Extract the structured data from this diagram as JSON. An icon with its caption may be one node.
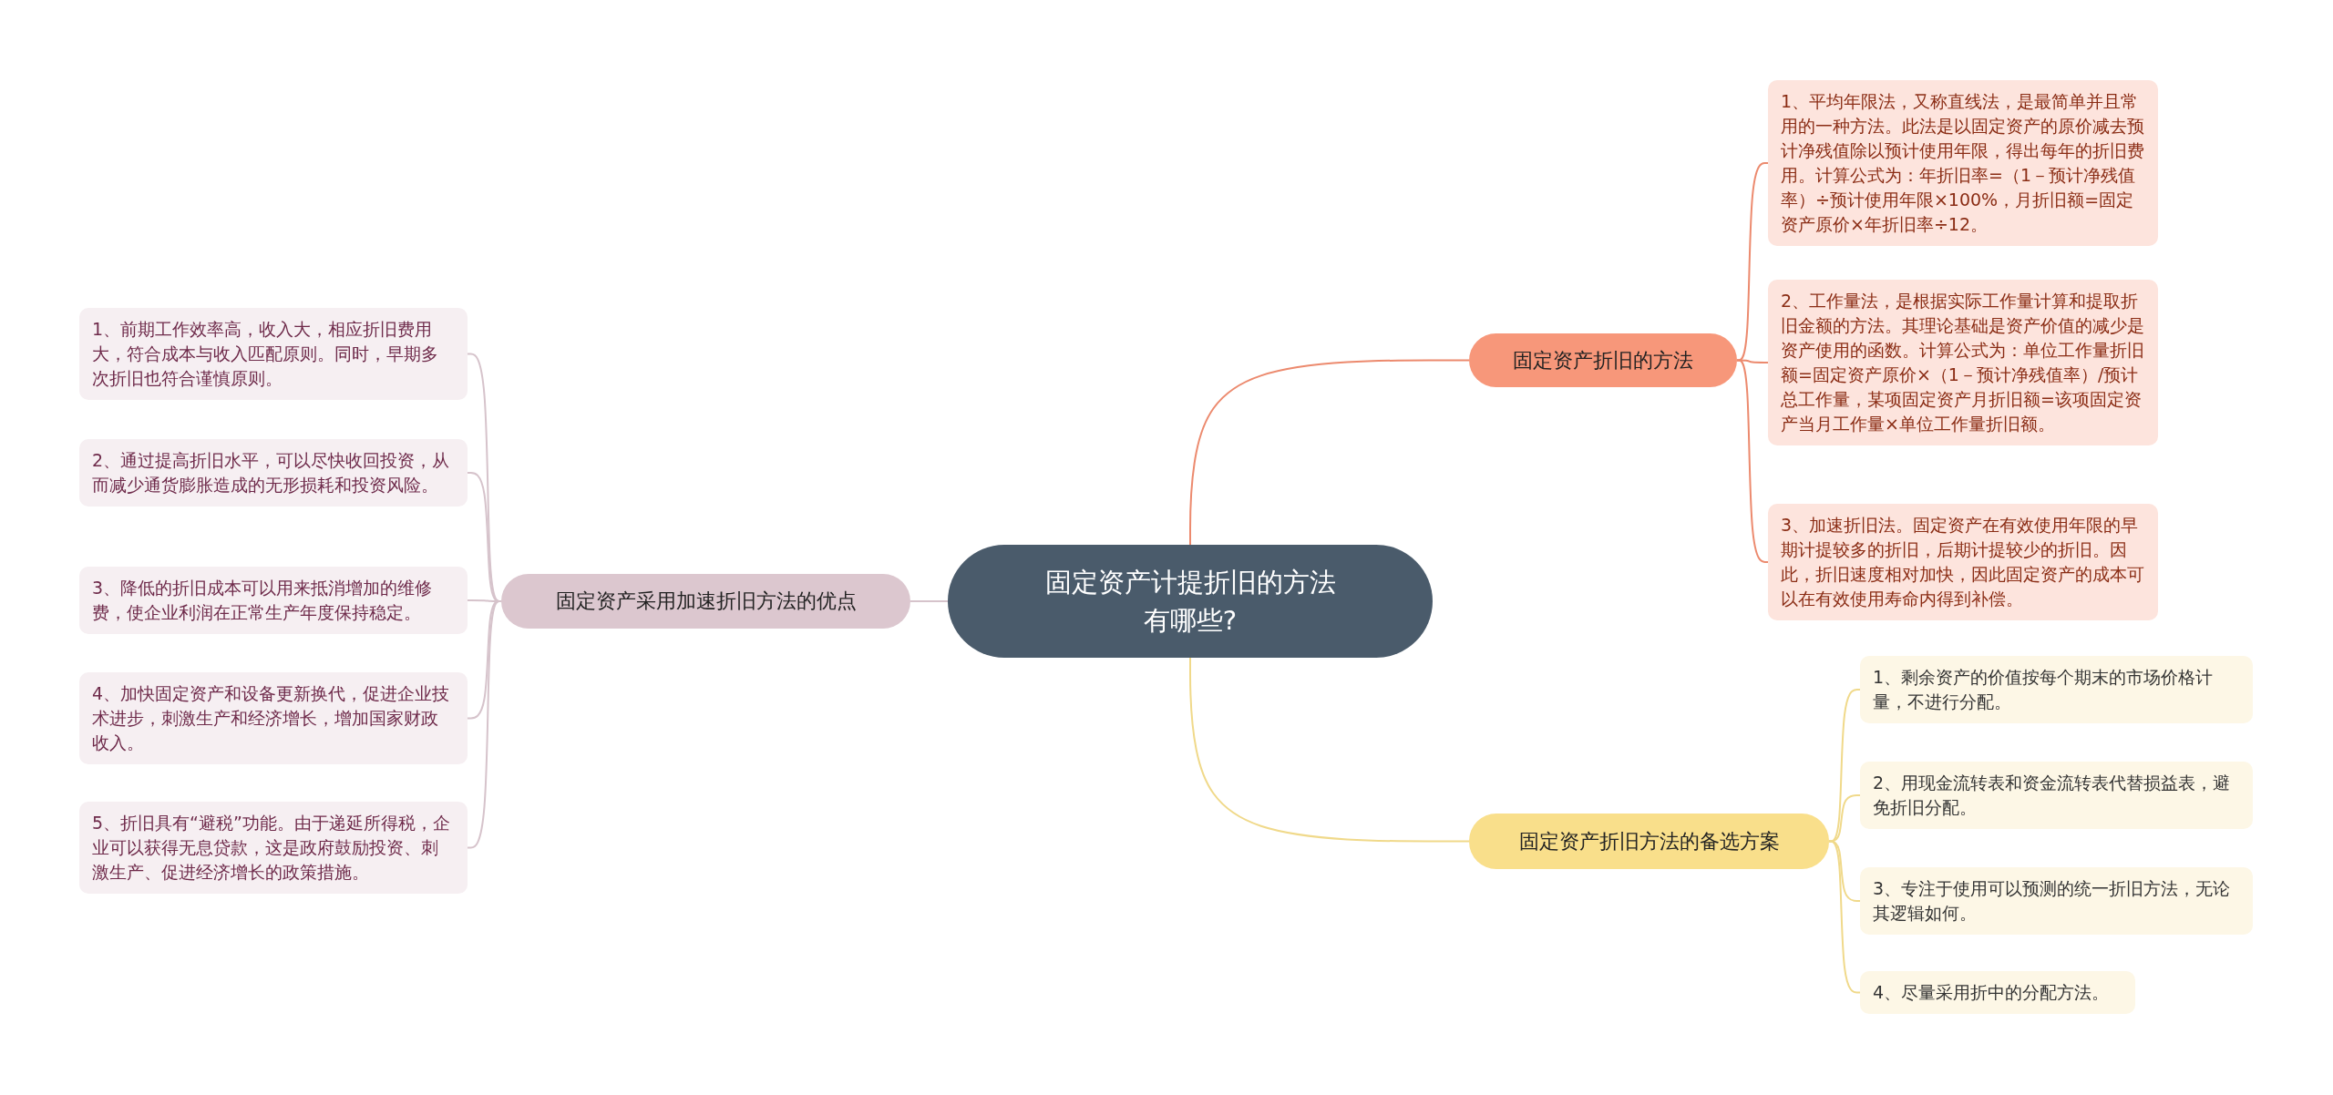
{
  "diagram": {
    "nodes": [
      {
        "text": [
          "固定资产计提折旧的方法有哪些?"
        ]
      },
      {
        "text": [
          "固定资产折旧的方法"
        ]
      },
      {
        "text": [
          "1、平均年限法，又称直线法，是最简单并且常用的一种方法。此法是以固定资产的原价减去预计净残值除以预计使用年限，得出每年的折旧费用。计算公式为：年折旧率=（1－预计净残值率）÷预计使用年限×100%，月折旧额=固定资产原价×年折旧率÷12。"
        ]
      },
      {
        "text": [
          "2、工作量法，是根据实际工作量计算和提取折旧金额的方法。其理论基础是资产价值的减少是资产使用的函数。计算公式为：单位工作量折旧额=固定资产原价×（1－预计净残值率）/预计总工作量，某项固定资产月折旧额=该项固定资产当月工作量×单位工作量折旧额。"
        ]
      },
      {
        "text": [
          "3、加速折旧法。固定资产在有效使用年限的早期计提较多的折旧，后期计提较少的折旧。因此，折旧速度相对加快，因此固定资产的成本可以在有效使用寿命内得到补偿。"
        ]
      },
      {
        "text": [
          "固定资产折旧方法的备选方案"
        ]
      },
      {
        "text": [
          "1、剩余资产的价值按每个期末的市场价格计量，不进行分配。"
        ]
      },
      {
        "text": [
          "2、用现金流转表和资金流转表代替损益表，避免折旧分配。"
        ]
      },
      {
        "text": [
          "3、专注于使用可以预测的统一折旧方法，无论其逻辑如何。"
        ]
      },
      {
        "text": [
          "4、尽量采用折中的分配方法。"
        ]
      },
      {
        "text": [
          "固定资产采用加速折旧方法的优点"
        ]
      },
      {
        "text": [
          "1、前期工作效率高，收入大，相应折旧费用大，符合成本与收入匹配原则。同时，早期多次折旧也符合谨慎原则。"
        ]
      },
      {
        "text": [
          "2、通过提高折旧水平，可以尽快收回投资，从而减少通货膨胀造成的无形损耗和投资风险。"
        ]
      },
      {
        "text": [
          "3、降低的折旧成本可以用来抵消增加的维修费，使企业利润在正常生产年度保持稳定。"
        ]
      },
      {
        "text": [
          "4、加快固定资产和设备更新换代，促进企业技术进步，刺激生产和经济增长，增加国家财政收入。"
        ]
      },
      {
        "text": [
          "5、折旧具有“避税”功能。由于递延所得税，企业可以获得无息贷款，这是政府鼓励投资、刺激生产、促进经济增长的政策措施。"
        ]
      }
    ],
    "edges": [
      {
        "from": 0,
        "to": 1,
        "arrow": "none",
        "color": "#ec8a6e"
      },
      {
        "from": 1,
        "to": 2,
        "arrow": "none",
        "color": "#ec8a6e"
      },
      {
        "from": 1,
        "to": 3,
        "arrow": "none",
        "color": "#ec8a6e"
      },
      {
        "from": 1,
        "to": 4,
        "arrow": "none",
        "color": "#ec8a6e"
      },
      {
        "from": 0,
        "to": 5,
        "arrow": "none",
        "color": "#f0d98a"
      },
      {
        "from": 5,
        "to": 6,
        "arrow": "none",
        "color": "#f0d98a"
      },
      {
        "from": 5,
        "to": 7,
        "arrow": "none",
        "color": "#f0d98a"
      },
      {
        "from": 5,
        "to": 8,
        "arrow": "none",
        "color": "#f0d98a"
      },
      {
        "from": 5,
        "to": 9,
        "arrow": "none",
        "color": "#f0d98a"
      },
      {
        "from": 0,
        "to": 10,
        "arrow": "none",
        "color": "#d6c3cb"
      },
      {
        "from": 10,
        "to": 11,
        "arrow": "none",
        "color": "#d6c3cb"
      },
      {
        "from": 10,
        "to": 12,
        "arrow": "none",
        "color": "#d6c3cb"
      },
      {
        "from": 10,
        "to": 13,
        "arrow": "none",
        "color": "#d6c3cb"
      },
      {
        "from": 10,
        "to": 14,
        "arrow": "none",
        "color": "#d6c3cb"
      },
      {
        "from": 10,
        "to": 15,
        "arrow": "none",
        "color": "#d6c3cb"
      }
    ]
  }
}
